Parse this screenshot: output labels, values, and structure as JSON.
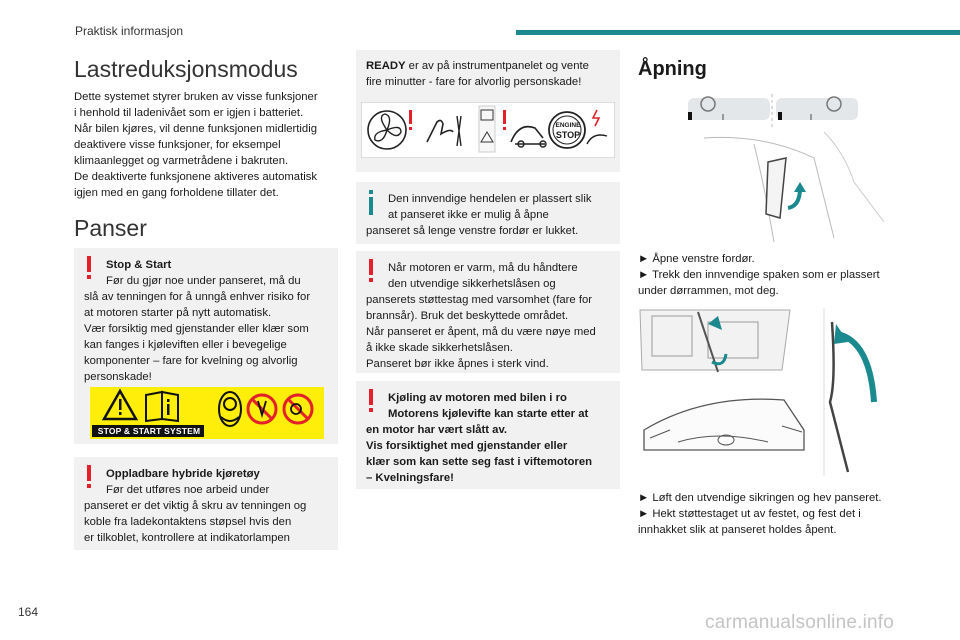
{
  "header": {
    "title": "Praktisk informasjon"
  },
  "page": {
    "number": "164"
  },
  "watermark": "carmanualsonline.info",
  "colors": {
    "accent": "#1a8a8f",
    "warning": "#e4202a",
    "info_bg": "#f1f1f1",
    "sticker_yellow": "#ffed0a"
  },
  "col1": {
    "title_load": "Lastreduksjonsmodus",
    "load_lines": [
      "Dette systemet styrer bruken av visse funksjoner",
      "i henhold til ladenivået som er igjen i batteriet.",
      "Når bilen kjøres, vil denne funksjonen midlertidig",
      "deaktivere visse funksjoner, for eksempel",
      "klimaanlegget og varmetrådene i bakruten.",
      "De deaktiverte funksjonene aktiveres automatisk",
      "igjen med en gang forholdene tillater det."
    ],
    "title_bonnet": "Panser",
    "stop_start": {
      "heading": "Stop & Start",
      "lines": [
        "Før du gjør noe under panseret, må du",
        "slå av tenningen for å unngå enhver risiko for",
        "at motoren starter på nytt automatisk.",
        "Vær forsiktig med gjenstander eller klær som",
        "kan fanges i kjøleviften eller i bevegelige",
        "komponenter – fare for kvelning og alvorlig",
        "personskade!"
      ],
      "sticker_label": "STOP & START SYSTEM"
    },
    "hybrid": {
      "heading": "Oppladbare hybride kjøretøy",
      "lines": [
        "Før det utføres noe arbeid under",
        "panseret er det viktig å skru av tenningen og",
        "koble fra ladekontaktens støpsel hvis den",
        "er tilkoblet, kontrollere at indikatorlampen"
      ]
    }
  },
  "col2": {
    "ready_box": {
      "ready_word": "READY",
      "line1_rest": " er av på instrumentpanelet og vente",
      "line2": "fire minutter - fare for alvorlig personskade!",
      "engine_label_1": "ENGINE",
      "engine_label_2": "STOP"
    },
    "handle_box": {
      "lines": [
        "Den innvendige hendelen er plassert slik",
        "at panseret ikke er mulig å åpne",
        "panseret så lenge venstre fordør er lukket."
      ]
    },
    "hot_box": {
      "lines": [
        "Når motoren er varm, må du håndtere",
        "den utvendige sikkerhetslåsen og",
        "panserets støttestag med varsomhet (fare for",
        "brannsår). Bruk det beskyttede området.",
        "Når panseret er åpent, må du være nøye med",
        "å ikke skade sikkerhetslåsen.",
        "Panseret bør ikke åpnes i sterk vind."
      ]
    },
    "fan_box": {
      "lines": [
        "Kjøling av motoren med bilen i ro",
        "Motorens kjølevifte kan starte etter at",
        "en motor har vært slått av.",
        "Vis forsiktighet med gjenstander eller",
        "klær som kan sette seg fast i viftemotoren",
        "– Kvelningsfare!"
      ]
    }
  },
  "col3": {
    "title": "Åpning",
    "steps1": [
      "► Åpne venstre fordør.",
      "► Trekk den innvendige spaken som er plassert",
      "under dørrammen, mot deg."
    ],
    "steps2": [
      "► Løft den utvendige sikringen og hev panseret.",
      "► Hekt støttestaget ut av festet, og fest det i",
      "innhakket slik at panseret holdes åpent."
    ]
  }
}
